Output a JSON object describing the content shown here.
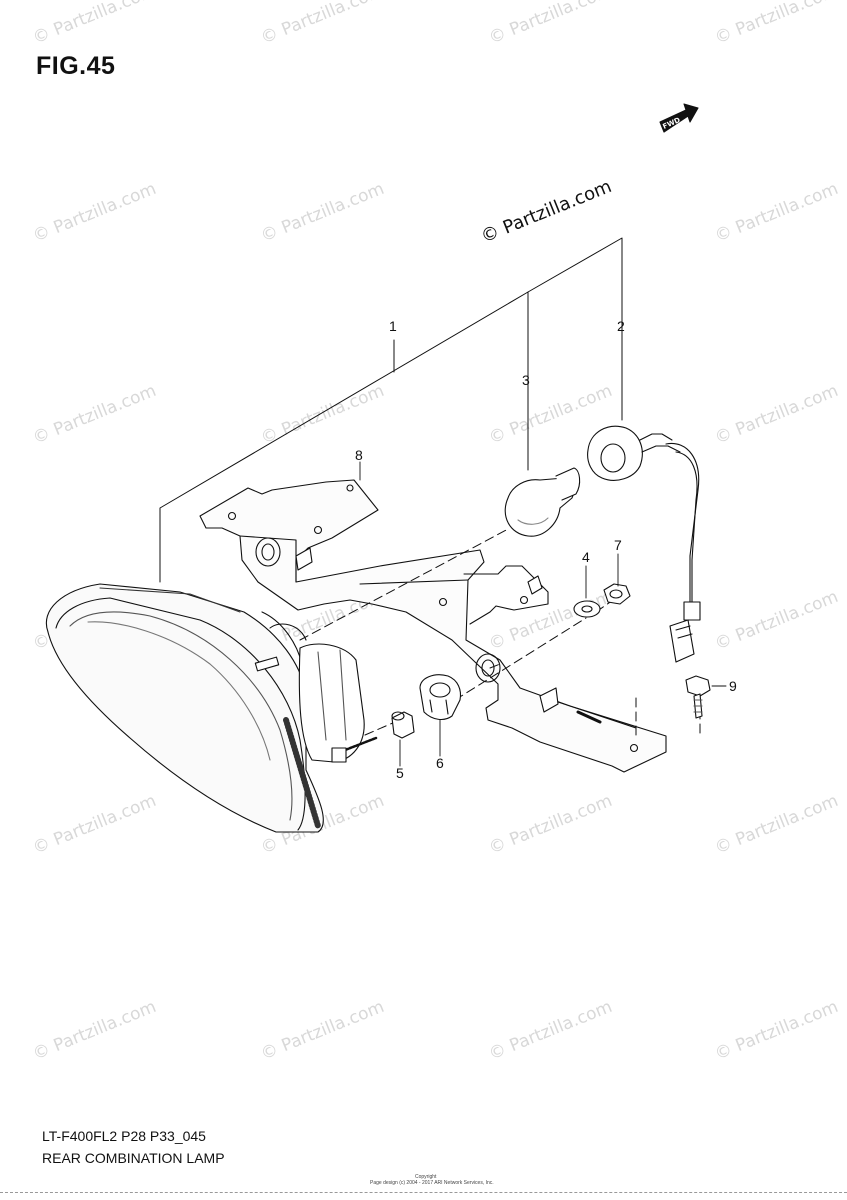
{
  "figure": {
    "title": "FIG.45",
    "fwd_label": "FWD",
    "copyright": "© Partzilla.com",
    "watermark_text": "© Partzilla.com"
  },
  "callouts": [
    "1",
    "2",
    "3",
    "4",
    "5",
    "6",
    "7",
    "8",
    "9"
  ],
  "footer": {
    "code": "LT-F400FL2 P28 P33_045",
    "name": "REAR COMBINATION LAMP",
    "tiny_line1": "Copyright",
    "tiny_line2": "Page design (c) 2004 - 2017 ARI Network Services, Inc."
  }
}
